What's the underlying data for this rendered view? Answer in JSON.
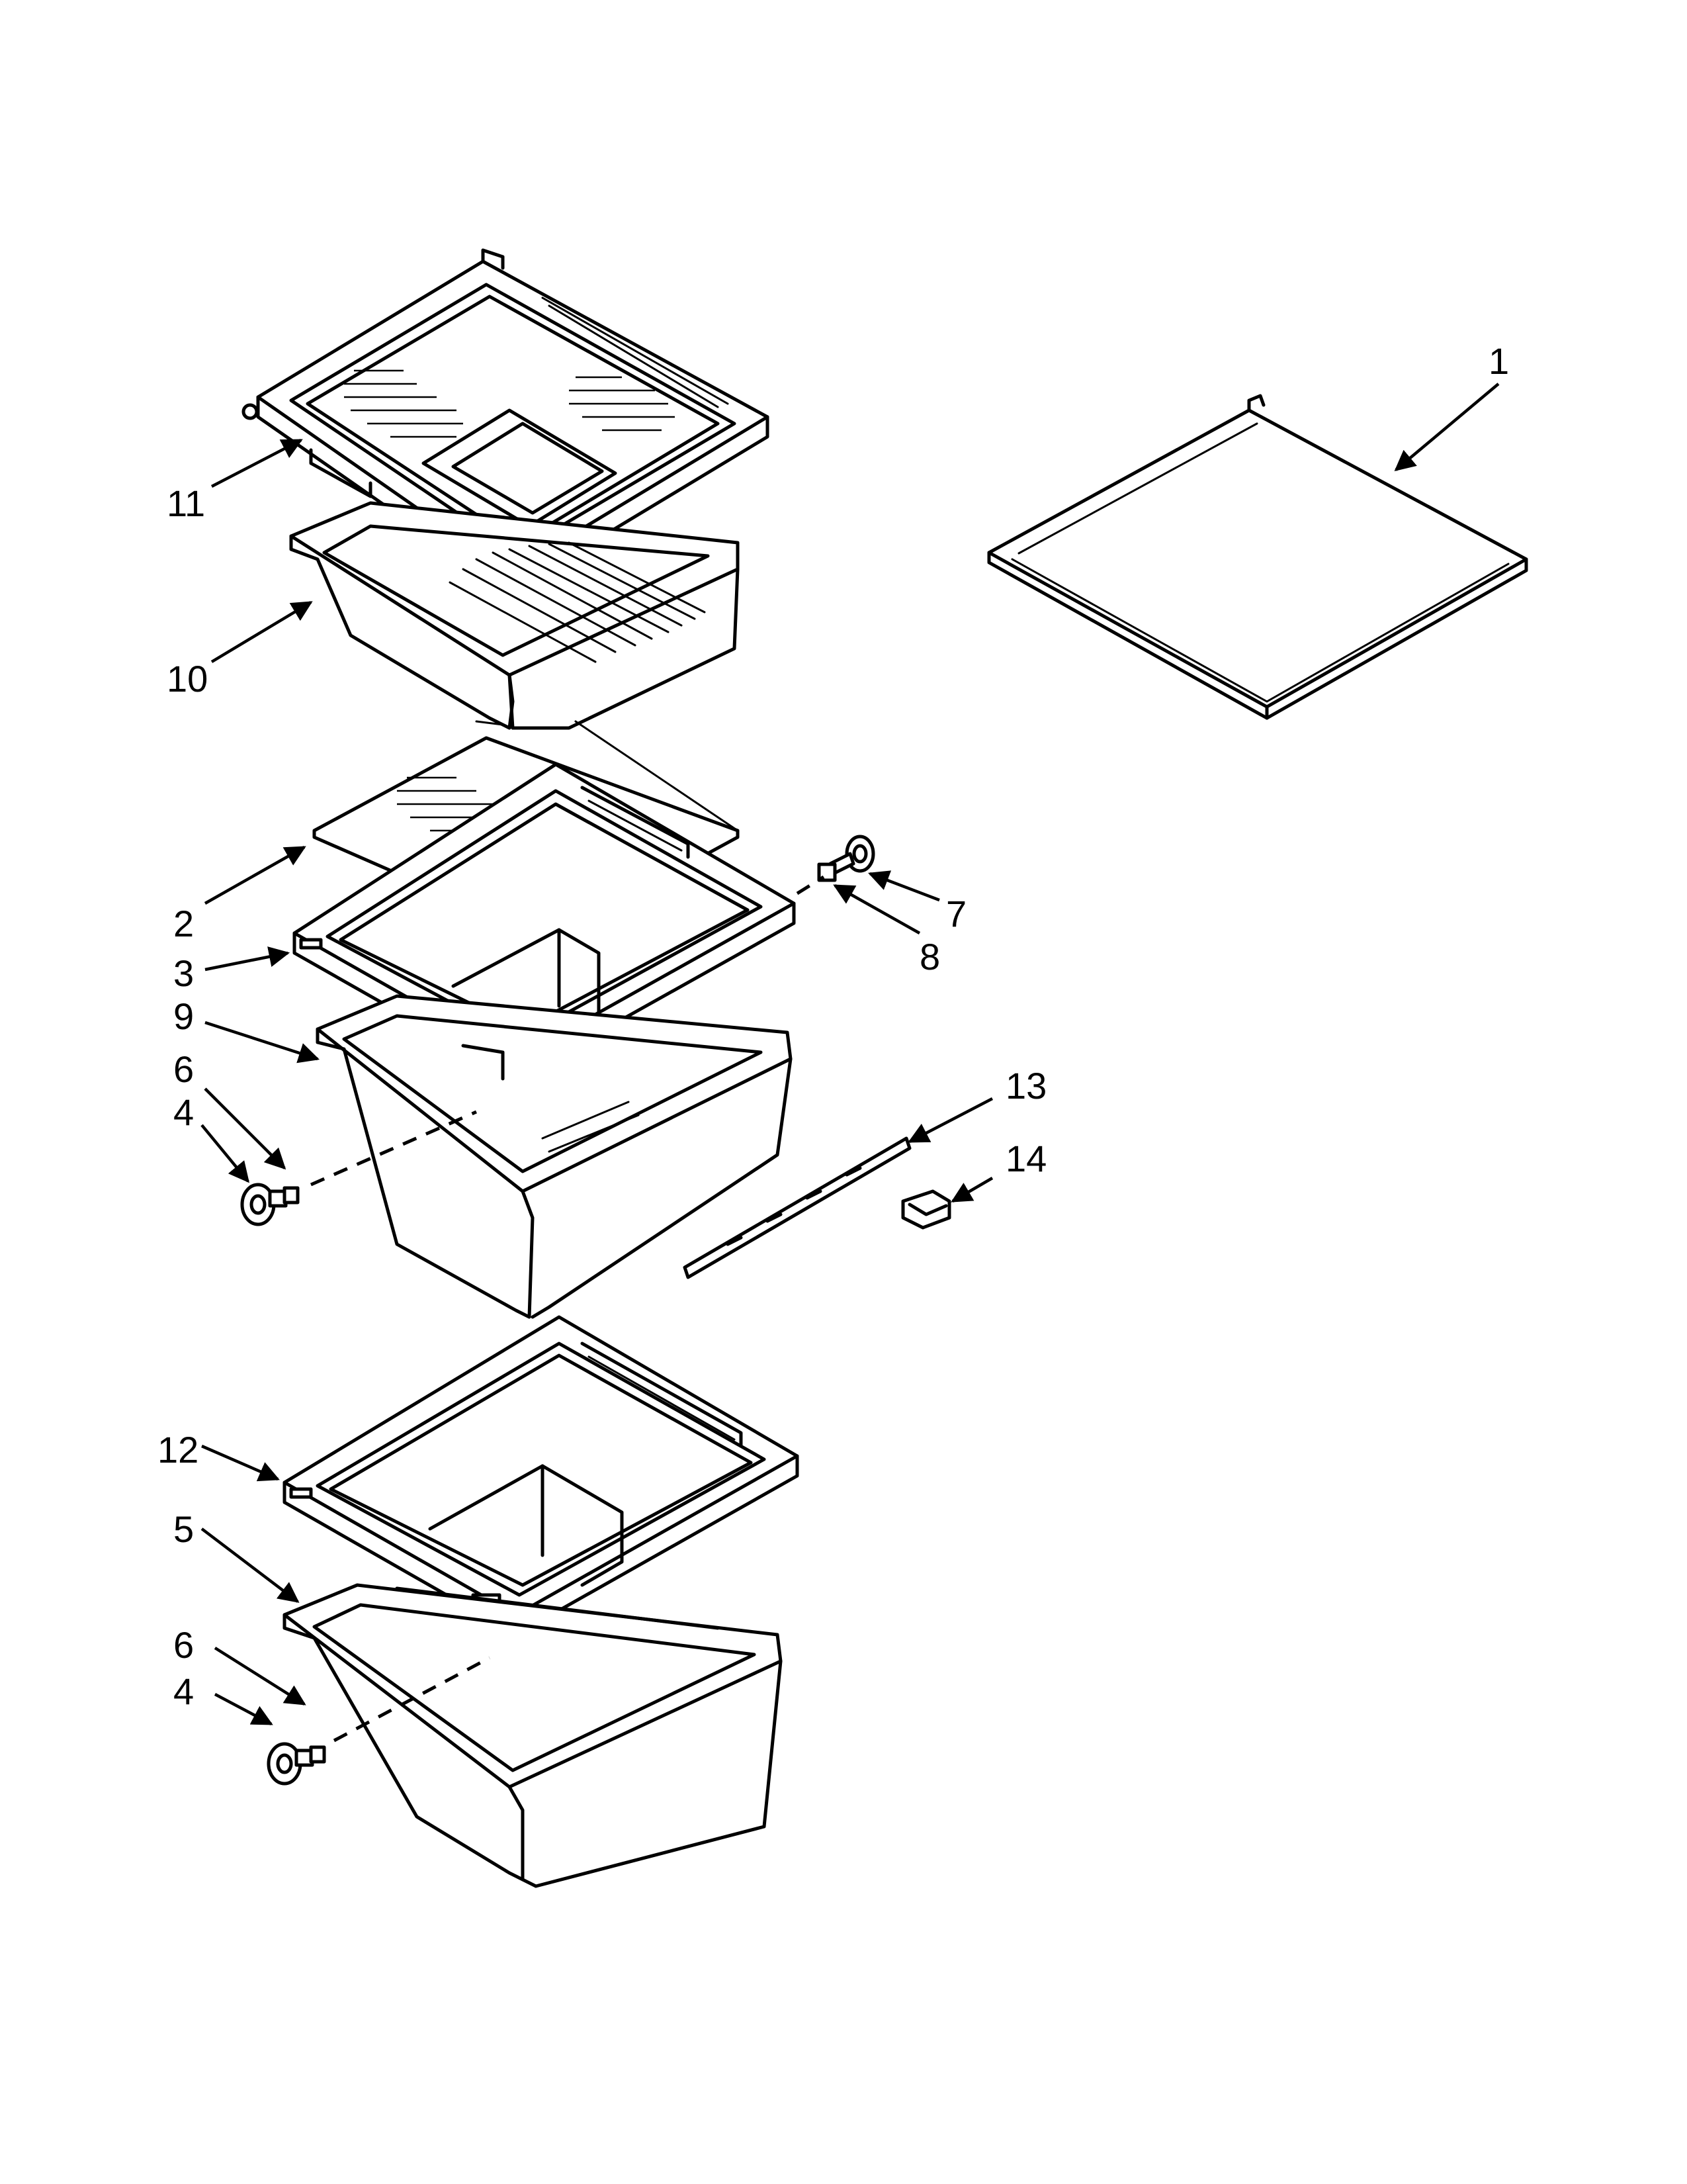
{
  "callouts": {
    "c1": "1",
    "c2": "2",
    "c3": "3",
    "c4a": "4",
    "c4b": "4",
    "c5": "5",
    "c6a": "6",
    "c6b": "6",
    "c7": "7",
    "c8": "8",
    "c9": "9",
    "c10": "10",
    "c11": "11",
    "c12": "12",
    "c13": "13",
    "c14": "14"
  },
  "colors": {
    "line": "#000000",
    "background": "#ffffff"
  }
}
